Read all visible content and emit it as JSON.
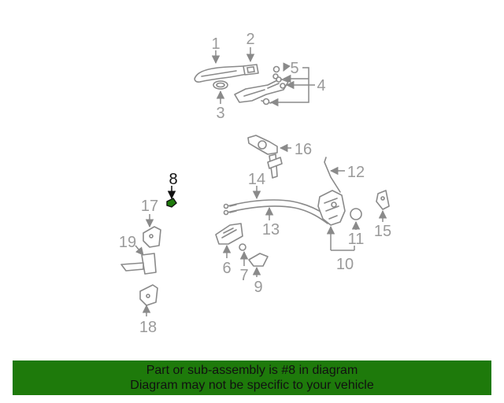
{
  "highlight_part": "8",
  "callouts": [
    "1",
    "2",
    "3",
    "4",
    "5",
    "6",
    "7",
    "8",
    "9",
    "10",
    "11",
    "12",
    "13",
    "14",
    "15",
    "16",
    "17",
    "18",
    "19"
  ],
  "banner": {
    "line1": "Part or sub-assembly is #8 in diagram",
    "line2": "Diagram may not be specific to your vehicle"
  },
  "colors": {
    "banner_bg": "#1e7a0b",
    "highlight": "#111111",
    "line_art": "#8a8a8a"
  }
}
